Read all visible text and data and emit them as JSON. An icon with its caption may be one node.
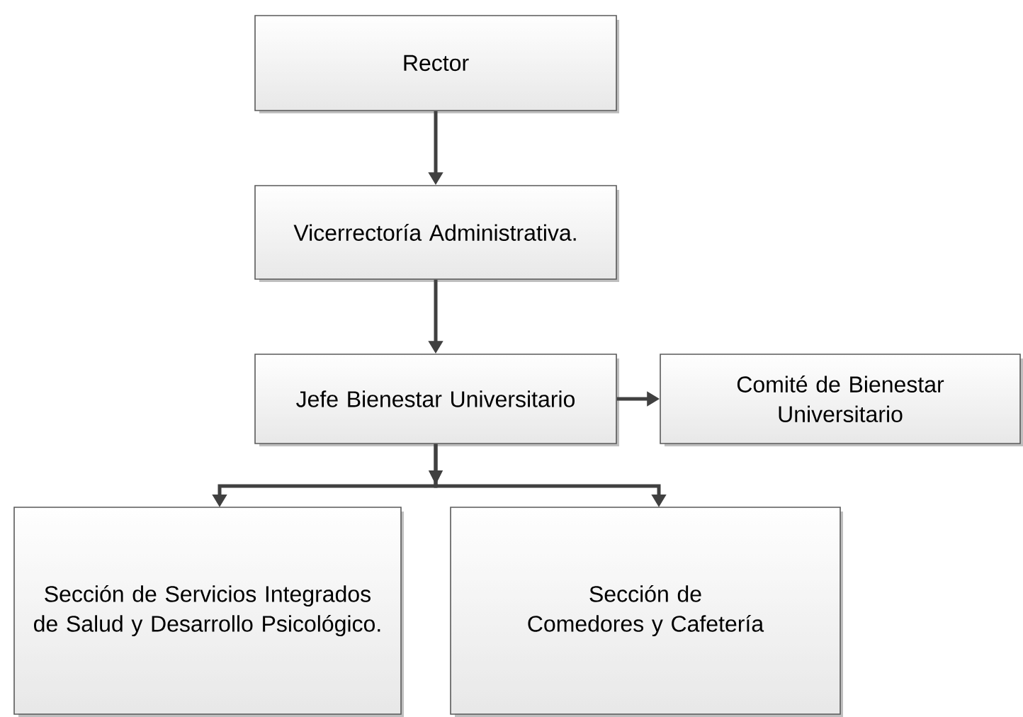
{
  "diagram": {
    "nodes": [
      {
        "text": [
          "Rector"
        ]
      },
      {
        "text": [
          "Vicerrectoría Administrativa."
        ]
      },
      {
        "text": [
          "Jefe Bienestar Universitario"
        ]
      },
      {
        "text": [
          "Comité de Bienestar Universitario"
        ]
      },
      {
        "text": [
          "Sección de Servicios Integrados de Salud y Desarrollo Psicológico."
        ]
      },
      {
        "text": [
          "Sección de Comedores y Cafetería"
        ]
      }
    ],
    "edges": [
      {
        "from": 0,
        "to": 1,
        "arrow": "to"
      },
      {
        "from": 1,
        "to": 2,
        "arrow": "to"
      },
      {
        "from": 2,
        "to": 3,
        "arrow": "to"
      },
      {
        "from": 2,
        "to": 4,
        "arrow": "to"
      },
      {
        "from": 2,
        "to": 5,
        "arrow": "to"
      }
    ]
  }
}
